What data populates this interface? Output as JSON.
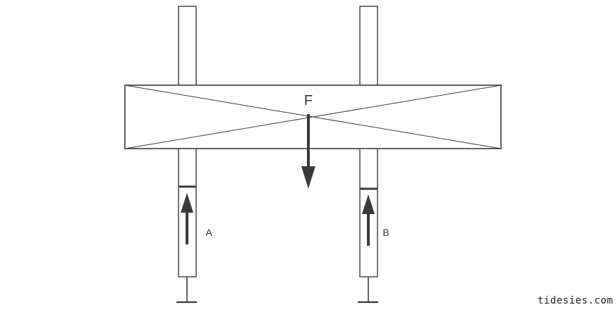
{
  "diagram": {
    "load_label": "F",
    "support_left_label": "A",
    "support_right_label": "B",
    "stroke_color": "#3a3a3a",
    "arrow_color": "#3a3a3a"
  },
  "watermark": "tidesies.com"
}
